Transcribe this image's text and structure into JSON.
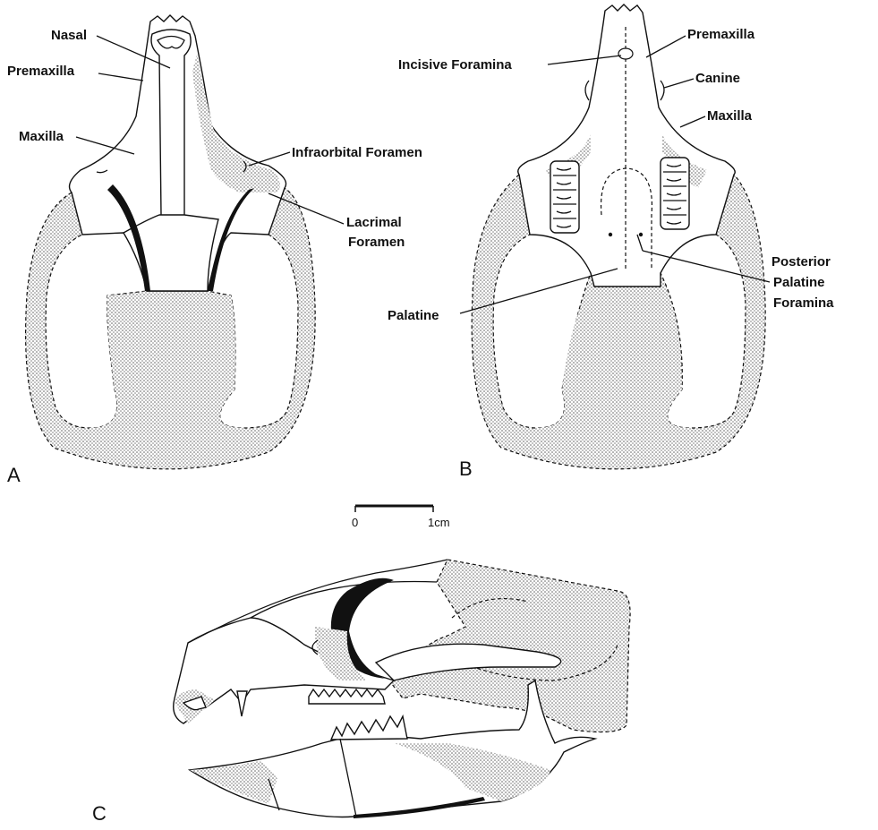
{
  "panel_letters": {
    "a": "A",
    "b": "B",
    "c": "C"
  },
  "panel_a": {
    "labels": {
      "nasal": "Nasal",
      "premaxilla": "Premaxilla",
      "maxilla": "Maxilla",
      "infraorbital": "Infraorbital Foramen",
      "lacrimal_1": "Lacrimal",
      "lacrimal_2": "Foramen"
    }
  },
  "panel_b": {
    "labels": {
      "incisive": "Incisive Foramina",
      "premaxilla": "Premaxilla",
      "canine": "Canine",
      "maxilla": "Maxilla",
      "post_palatine_1": "Posterior",
      "post_palatine_2": "Palatine",
      "post_palatine_3": "Foramina",
      "palatine": "Palatine"
    }
  },
  "scale_bar": {
    "zero": "0",
    "one": "1cm"
  }
}
